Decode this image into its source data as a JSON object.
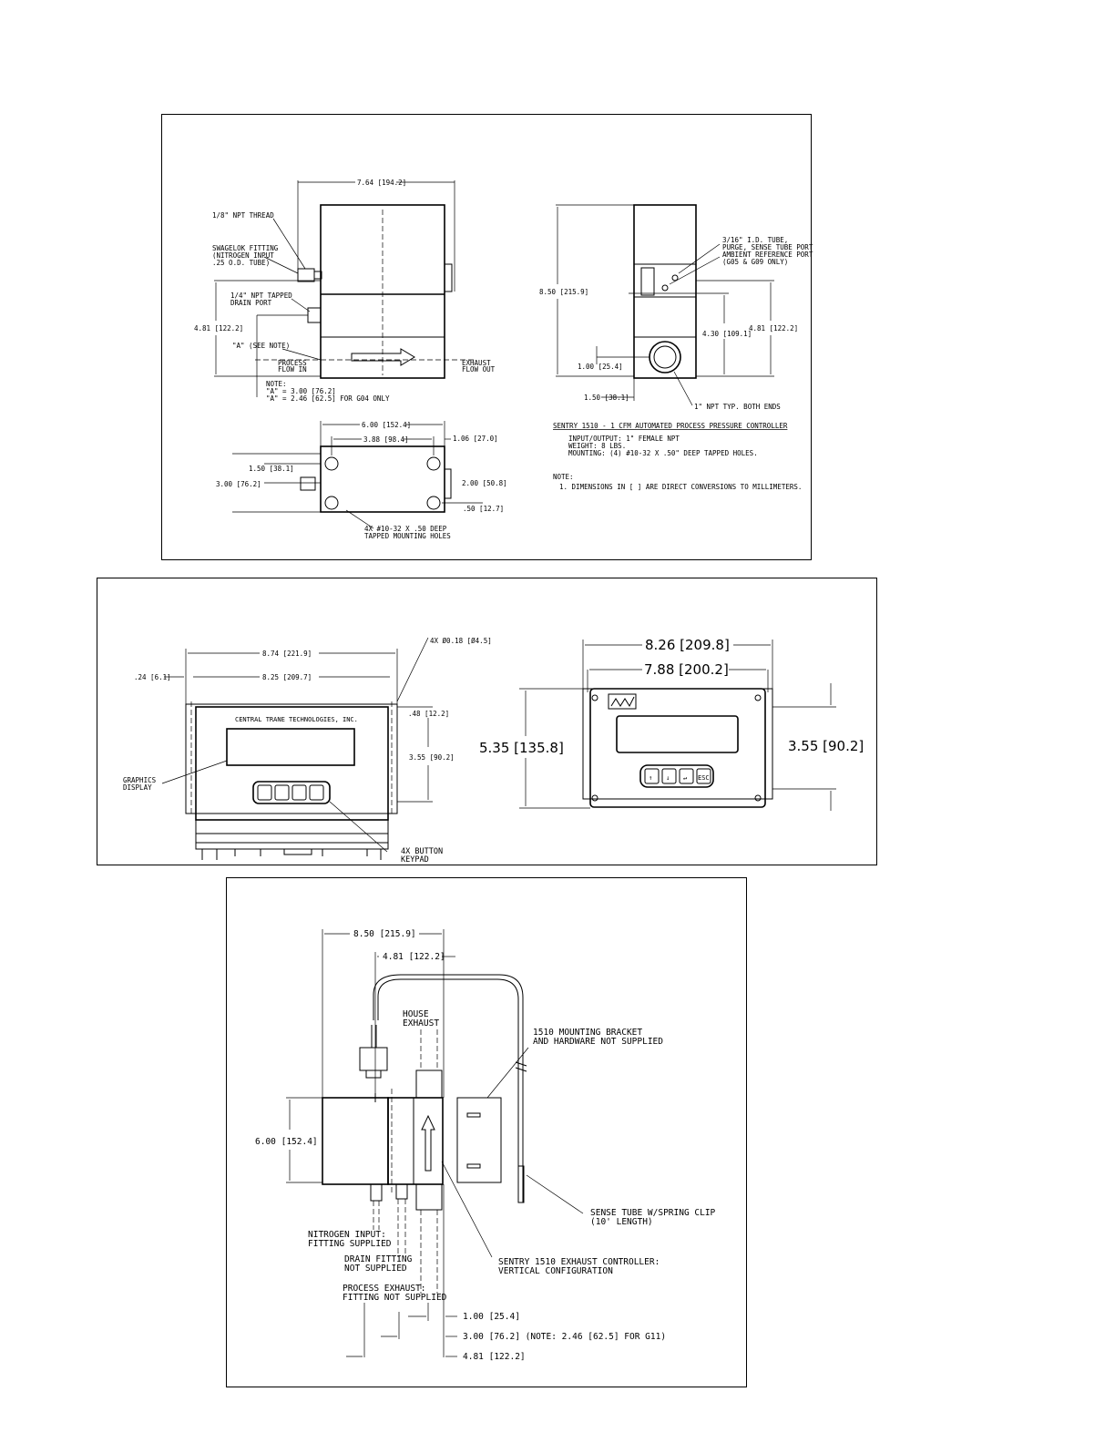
{
  "panel1": {
    "dim_top_width": "7.64 [194.2]",
    "label_npt_thread": "1/8\" NPT THREAD",
    "label_swagelok_1": "SWAGELOK FITTING",
    "label_swagelok_2": "(NITROGEN INPUT",
    "label_swagelok_3": ".25 O.D. TUBE)",
    "label_drain_1": "1/4\" NPT TAPPED",
    "label_drain_2": "DRAIN PORT",
    "dim_left_height": "4.81 [122.2]",
    "label_a_see_note": "\"A\" (SEE NOTE)",
    "label_process_1": "PROCESS",
    "label_process_2": "FLOW IN",
    "label_exhaust_1": "EXHAUST",
    "label_exhaust_2": "FLOW OUT",
    "note_title": "NOTE:",
    "note_a1": "\"A\" = 3.00 [76.2]",
    "note_a2": "\"A\" = 2.46 [62.5] FOR G04 ONLY",
    "dim_side_height": "8.50 [215.9]",
    "label_tube_1": "3/16\" I.D. TUBE,",
    "label_tube_2": "PURGE, SENSE TUBE PORT",
    "label_tube_3": "AMBIENT REFERENCE PORT",
    "label_tube_4": "(G05 & G09 ONLY)",
    "dim_side_430": "4.30 [109.1]",
    "dim_side_481": "4.81 [122.2]",
    "dim_side_100": "1.00 [25.4]",
    "dim_side_150": "1.50 [38.1]",
    "label_npt_typ": "1\" NPT TYP. BOTH ENDS",
    "dim_bottom_600": "6.00 [152.4]",
    "dim_bottom_388": "3.88 [98.4]",
    "dim_bottom_106": "1.06 [27.0]",
    "dim_bottom_150": "1.50 [38.1]",
    "dim_bottom_300": "3.00 [76.2]",
    "dim_bottom_200": "2.00 [50.8]",
    "dim_bottom_050": ".50 [12.7]",
    "label_mount_1": "4X #10-32 X .50 DEEP",
    "label_mount_2": "TAPPED MOUNTING HOLES",
    "spec_title": "SENTRY 1510 - 1 CFM AUTOMATED PROCESS PRESSURE CONTROLLER",
    "spec_1": "INPUT/OUTPUT: 1\" FEMALE NPT",
    "spec_2": "WEIGHT: 8 LBS.",
    "spec_3": "MOUNTING: (4) #10-32 X .50\" DEEP TAPPED HOLES.",
    "note2_title": "NOTE:",
    "note2_1": "1. DIMENSIONS IN [ ] ARE DIRECT CONVERSIONS TO MILLIMETERS."
  },
  "panel2": {
    "label_4x_hole": "4X Ø0.18 [Ø4.5]",
    "dim_874": "8.74 [221.9]",
    "dim_024": ".24 [6.1]",
    "dim_825": "8.25 [209.7]",
    "brand_text": "CENTRAL TRANE TECHNOLOGIES, INC.",
    "dim_048": ".48 [12.2]",
    "dim_355_left": "3.55 [90.2]",
    "label_graphics_1": "GRAPHICS",
    "label_graphics_2": "DISPLAY",
    "label_keypad_1": "4X BUTTON",
    "label_keypad_2": "KEYPAD",
    "dim_826": "8.26 [209.8]",
    "dim_788": "7.88 [200.2]",
    "dim_535": "5.35 [135.8]",
    "dim_355_right": "3.55 [90.2]",
    "key_labels": [
      "↑",
      "↓",
      "↵",
      "ESC"
    ]
  },
  "panel3": {
    "dim_850": "8.50 [215.9]",
    "dim_481_top": "4.81 [122.2]",
    "label_house_1": "HOUSE",
    "label_house_2": "EXHAUST",
    "label_bracket_1": "1510 MOUNTING BRACKET",
    "label_bracket_2": "AND HARDWARE NOT SUPPLIED",
    "dim_600": "6.00 [152.4]",
    "label_sense_1": "SENSE TUBE W/SPRING CLIP",
    "label_sense_2": "(10' LENGTH)",
    "label_nitrogen_1": "NITROGEN INPUT:",
    "label_nitrogen_2": "FITTING SUPPLIED",
    "label_drain_1": "DRAIN FITTING",
    "label_drain_2": "NOT SUPPLIED",
    "label_sentry_1": "SENTRY 1510 EXHAUST CONTROLLER:",
    "label_sentry_2": "VERTICAL CONFIGURATION",
    "label_procex_1": "PROCESS EXHAUST:",
    "label_procex_2": "FITTING NOT SUPPLIED",
    "dim_100": "1.00 [25.4]",
    "dim_300": "3.00 [76.2] (NOTE: 2.46 [62.5] FOR G11)",
    "dim_481_bottom": "4.81 [122.2]"
  }
}
